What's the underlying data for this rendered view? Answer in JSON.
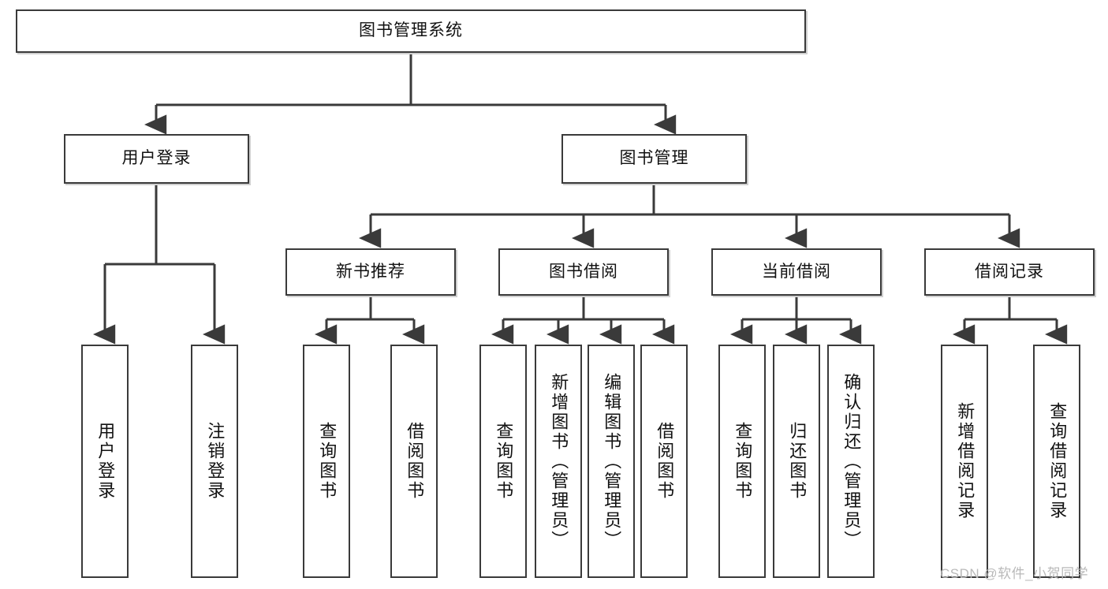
{
  "diagram": {
    "type": "tree-hierarchy",
    "title": "图书管理系统",
    "root": {
      "label": "图书管理系统"
    },
    "level2": [
      {
        "label": "用户登录"
      },
      {
        "label": "图书管理"
      }
    ],
    "level3": [
      {
        "label": "新书推荐"
      },
      {
        "label": "图书借阅"
      },
      {
        "label": "当前借阅"
      },
      {
        "label": "借阅记录"
      }
    ],
    "leaves": {
      "user_login": [
        "用户登录",
        "注销登录"
      ],
      "new_book": [
        "查询图书",
        "借阅图书"
      ],
      "book_borrow": [
        "查询图书",
        "新增图书（管理员）",
        "编辑图书（管理员）",
        "借阅图书"
      ],
      "current_borrow": [
        "查询图书",
        "归还图书",
        "确认归还（管理员）"
      ],
      "borrow_record": [
        "新增借阅记录",
        "查询借阅记录"
      ]
    }
  },
  "watermark": {
    "text": "CSDN @软件_小贺同学"
  },
  "colors": {
    "stroke": "#3a3a3a",
    "fill": "#ffffff",
    "text": "#111111",
    "watermark": "#b9b9b9"
  }
}
